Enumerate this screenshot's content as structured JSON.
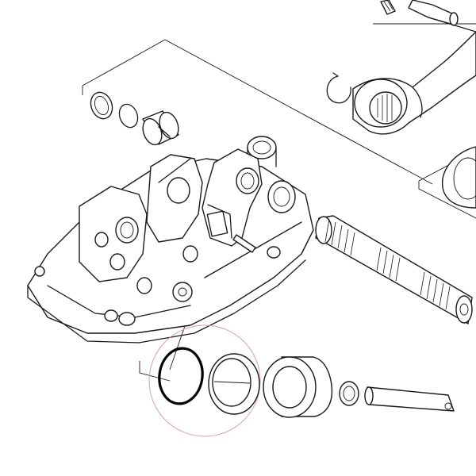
{
  "diagram": {
    "kind": "exploded-parts-view",
    "colors": {
      "line": "#1a1a1a",
      "background": "#ffffff",
      "highlight_circle": "#d9a0a8",
      "oring_highlight": "#000000"
    },
    "parts": [
      "threaded-rod",
      "lift-arm",
      "circlip-upper",
      "bushing-ring-small",
      "oring-small",
      "bushing-sleeve",
      "hydraulic-lift-housing",
      "lift-lever",
      "roll-pin",
      "cross-shaft-splined",
      "lift-arm-right-partial",
      "oring-large-highlighted",
      "seal-ring",
      "bearing-bush",
      "small-bushing",
      "pin-shaft"
    ],
    "highlight": {
      "shape": "circle",
      "target": "oring-large-highlighted"
    }
  }
}
